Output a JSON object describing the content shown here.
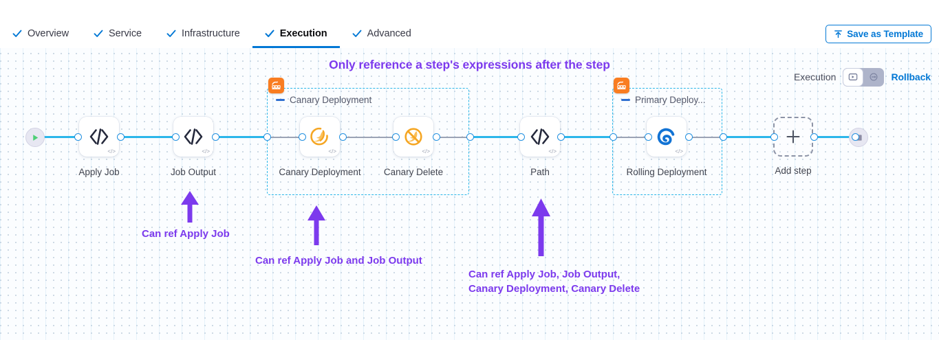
{
  "tabs": [
    {
      "label": "Overview",
      "icon": "check-icon",
      "active": false
    },
    {
      "label": "Service",
      "icon": "check-icon",
      "active": false
    },
    {
      "label": "Infrastructure",
      "icon": "check-icon",
      "active": false
    },
    {
      "label": "Execution",
      "icon": "check-icon",
      "active": true
    },
    {
      "label": "Advanced",
      "icon": "check-icon",
      "active": false
    }
  ],
  "toolbar": {
    "save_template_label": "Save as Template",
    "save_template_icon": "upload-icon"
  },
  "headline": "Only reference a step's expressions after the step",
  "exec_control": {
    "label": "Execution",
    "rollback_label": "Rollback",
    "toggle": {
      "left_icon": "execution-mode-icon",
      "right_icon": "rollback-mode-icon",
      "selected": "left"
    }
  },
  "pipeline": {
    "start_node": {
      "name": "start-node",
      "icon": "play-icon"
    },
    "end_node": {
      "name": "end-node",
      "icon": "stop-icon"
    },
    "add_step": {
      "label": "Add step",
      "icon": "plus-icon"
    },
    "groups": [
      {
        "title": "Canary Deployment",
        "badge_icon": "step-group-icon"
      },
      {
        "title": "Primary Deploy...",
        "badge_icon": "step-group-icon"
      }
    ],
    "steps": [
      {
        "label": "Apply Job",
        "icon": "code-icon",
        "tag": "</>"
      },
      {
        "label": "Job Output",
        "icon": "code-icon",
        "tag": "</>"
      },
      {
        "label": "Canary Deployment",
        "icon": "canary-deploy-icon",
        "tag": "</>"
      },
      {
        "label": "Canary Delete",
        "icon": "canary-delete-icon",
        "tag": "</>"
      },
      {
        "label": "Path",
        "icon": "code-icon",
        "tag": "</>"
      },
      {
        "label": "Rolling Deployment",
        "icon": "rolling-deploy-icon",
        "tag": "</>"
      }
    ]
  },
  "annotations": [
    {
      "text": "Can ref Apply Job"
    },
    {
      "text": "Can ref Apply Job and Job Output"
    },
    {
      "text": "Can ref Apply Job, Job Output,\nCanary Deployment, Canary Delete"
    }
  ],
  "colors": {
    "accent_blue": "#0278d5",
    "connector_blue": "#2bb6ea",
    "annotation_purple": "#7c3aed",
    "group_orange": "#f97d21",
    "group_border": "#29b6e8"
  }
}
